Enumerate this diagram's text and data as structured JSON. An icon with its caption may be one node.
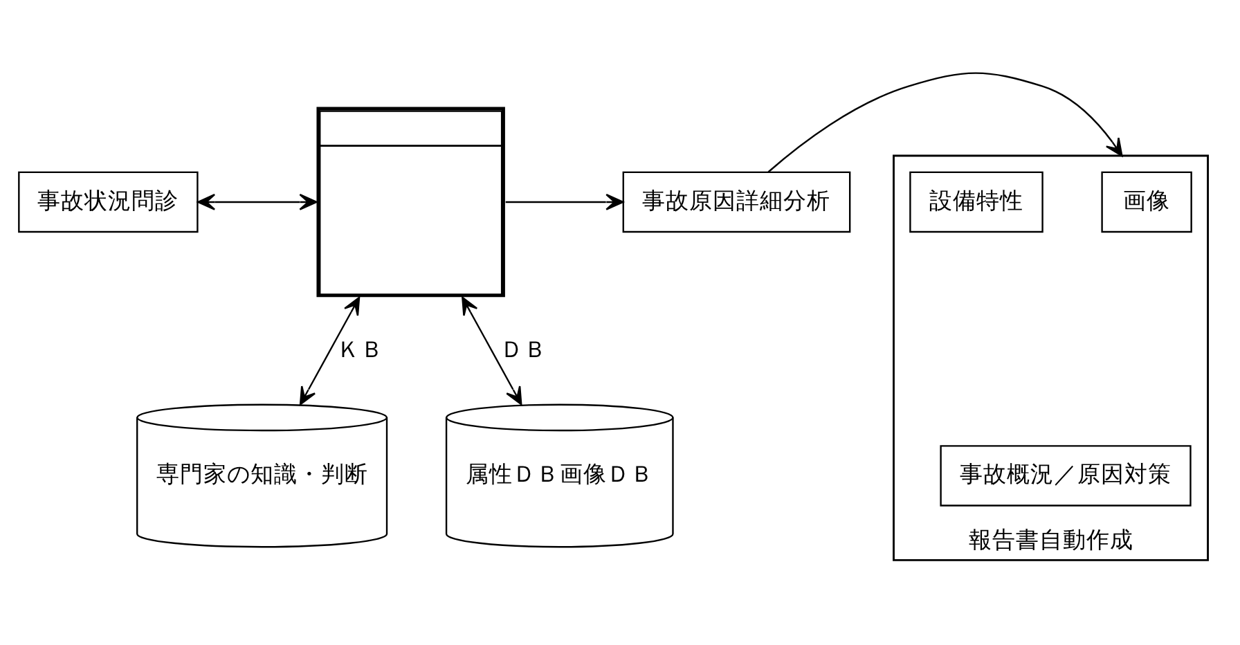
{
  "diagram": {
    "nodes": [
      {
        "text": [
          "事故状況問診"
        ]
      },
      {
        "text": [],
        "shape": "box"
      },
      {
        "text": [
          "事故原因詳細分析"
        ]
      },
      {
        "text": [
          "報告書自動作成"
        ]
      },
      {
        "text": [
          "画像"
        ],
        "in": 3
      },
      {
        "text": [
          "設備特性"
        ],
        "in": 3
      },
      {
        "text": [
          "事故概況／原因対策"
        ],
        "in": 3
      },
      {
        "text": [
          "専門家の知識・判断"
        ]
      },
      {
        "text": [
          "属性ＤＢ画像ＤＢ"
        ]
      }
    ],
    "edges": [
      {
        "from": 0,
        "to": 1,
        "arrow": "both"
      },
      {
        "from": 1,
        "to": 2,
        "arrow": "to"
      },
      {
        "from": 2,
        "to": 3,
        "arrow": "to"
      },
      {
        "from": 1,
        "to": 7,
        "arrow": "both",
        "label": "ＫＢ"
      },
      {
        "from": 1,
        "to": 8,
        "arrow": "both",
        "label": "ＤＢ"
      }
    ]
  }
}
